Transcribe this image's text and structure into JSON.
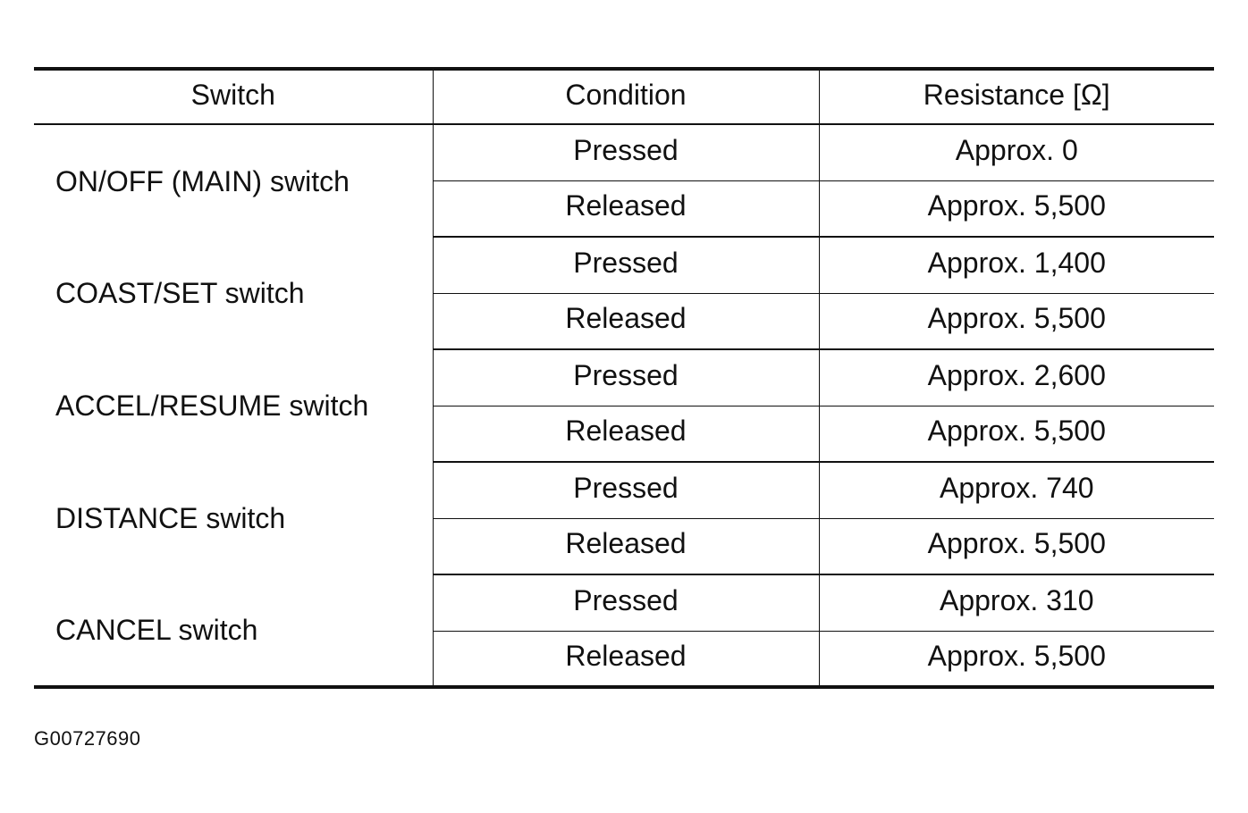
{
  "table": {
    "headers": {
      "switch": "Switch",
      "condition": "Condition",
      "resistance": "Resistance [Ω]"
    },
    "rows": [
      {
        "switch": "ON/OFF (MAIN) switch",
        "pressed_label": "Pressed",
        "pressed_value": "Approx. 0",
        "released_label": "Released",
        "released_value": "Approx. 5,500"
      },
      {
        "switch": "COAST/SET switch",
        "pressed_label": "Pressed",
        "pressed_value": "Approx. 1,400",
        "released_label": "Released",
        "released_value": "Approx. 5,500"
      },
      {
        "switch": "ACCEL/RESUME switch",
        "pressed_label": "Pressed",
        "pressed_value": "Approx. 2,600",
        "released_label": "Released",
        "released_value": "Approx. 5,500"
      },
      {
        "switch": "DISTANCE switch",
        "pressed_label": "Pressed",
        "pressed_value": "Approx. 740",
        "released_label": "Released",
        "released_value": "Approx. 5,500"
      },
      {
        "switch": "CANCEL switch",
        "pressed_label": "Pressed",
        "pressed_value": "Approx. 310",
        "released_label": "Released",
        "released_value": "Approx. 5,500"
      }
    ]
  },
  "figure_id": "G00727690"
}
